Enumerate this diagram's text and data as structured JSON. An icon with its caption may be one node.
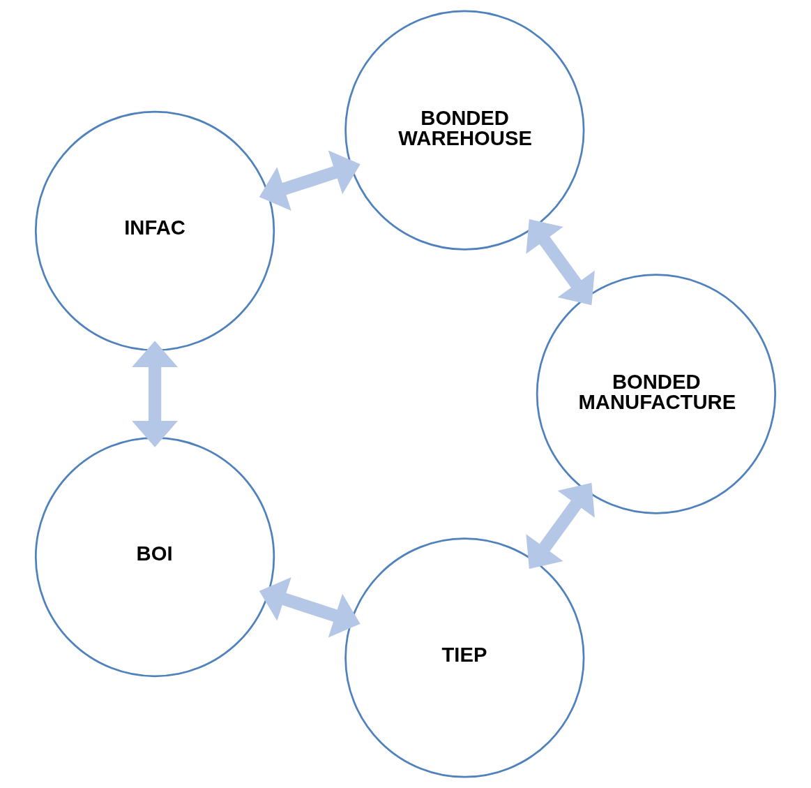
{
  "diagram": {
    "nodes": [
      {
        "text": [
          "TIEP"
        ]
      },
      {
        "text": [
          "BONDED MANUFACTURE"
        ]
      },
      {
        "text": [
          "BOI"
        ]
      },
      {
        "text": [
          "BONDED WAREHOUSE"
        ]
      },
      {
        "text": [
          "INFAC"
        ]
      }
    ],
    "edges": [
      {
        "from": 0,
        "to": 2,
        "arrow": "both"
      },
      {
        "from": 2,
        "to": 4,
        "arrow": "both"
      },
      {
        "from": 4,
        "to": 3,
        "arrow": "both"
      },
      {
        "from": 3,
        "to": 1,
        "arrow": "both"
      },
      {
        "from": 1,
        "to": 0,
        "arrow": "both"
      }
    ]
  }
}
